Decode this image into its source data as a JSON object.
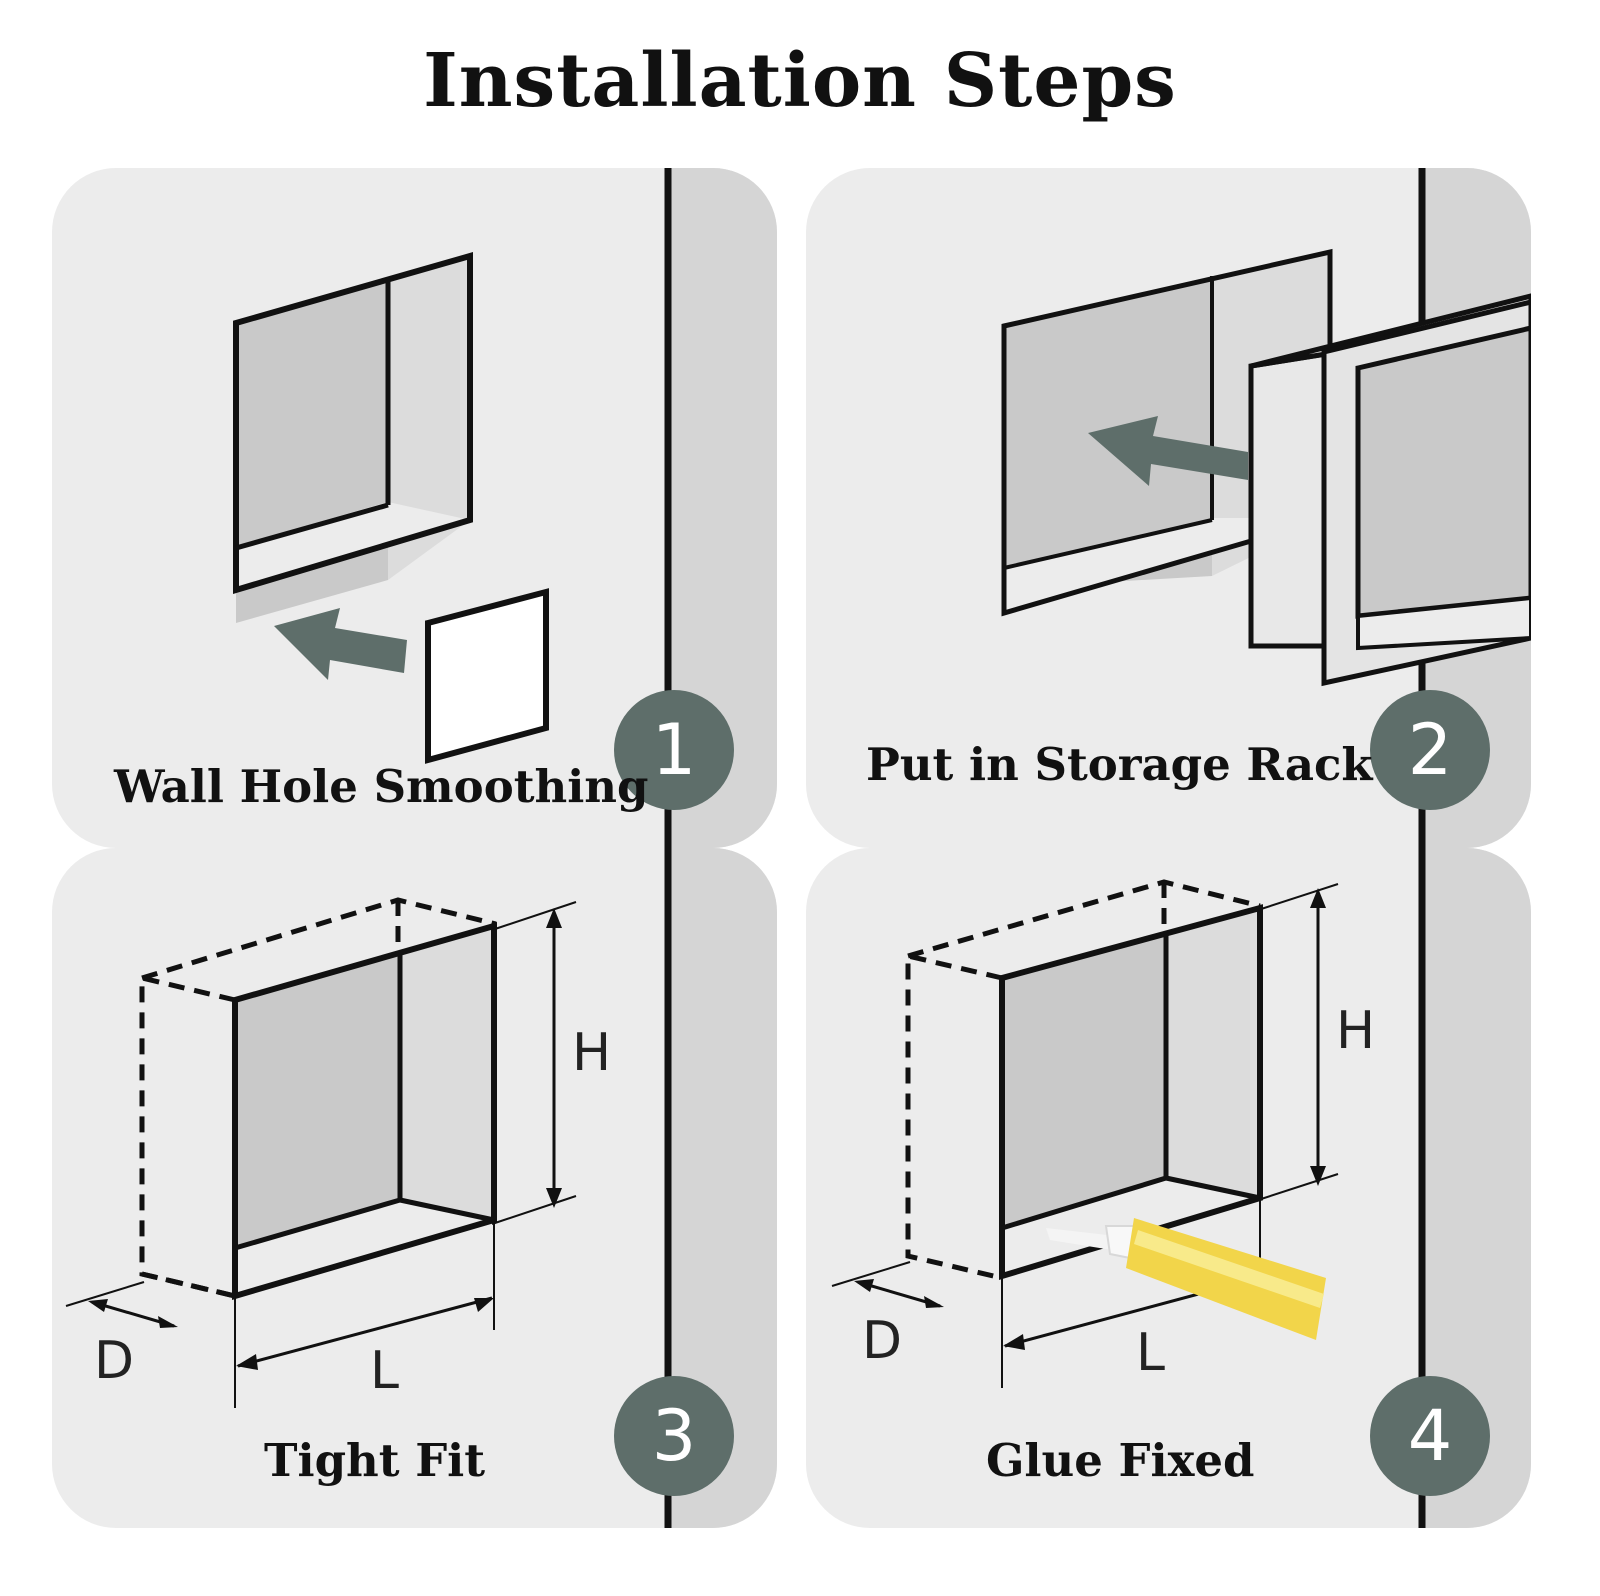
{
  "title": "Installation Steps",
  "steps": [
    {
      "number": "1",
      "caption": "Wall Hole Smoothing"
    },
    {
      "number": "2",
      "caption": "Put in Storage Rack"
    },
    {
      "number": "3",
      "caption": "Tight Fit"
    },
    {
      "number": "4",
      "caption": "Glue Fixed"
    }
  ],
  "dimension_labels": {
    "height": "H",
    "depth": "D",
    "length": "L"
  },
  "colors": {
    "panel_bg": "#ececec",
    "niche_fill": "#c9c9c9",
    "niche_light": "#dcdcdc",
    "wall_strip": "#d5d5d5",
    "arrow": "#5e6e6a",
    "badge": "#5e6e6a",
    "glue_tube": "#f2d54a"
  }
}
